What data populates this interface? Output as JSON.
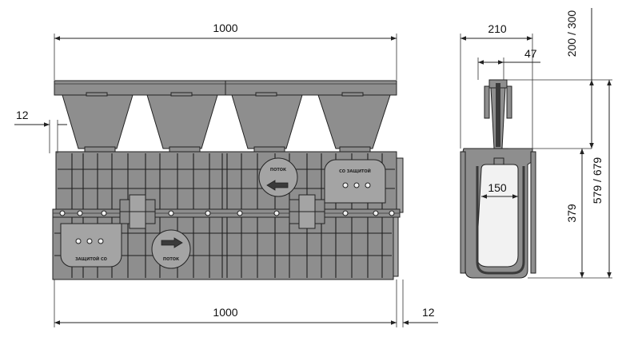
{
  "dimensions": {
    "top_width": "1000",
    "bottom_width": "1000",
    "left_offset": "12",
    "right_offset": "12",
    "side_width": "210",
    "slot_width": "47",
    "grate_height": "200 / 300",
    "total_height": "579 / 679",
    "body_height": "379",
    "channel_width": "150"
  },
  "labels": {
    "badge_top": "СО ЗАЩИТОЙ",
    "badge_bottom": "ЗАЩИТОЙ СО",
    "arrow_top": "ПОТОК",
    "arrow_bottom": "ПОТОК"
  },
  "colors": {
    "body": "#8e8e8e",
    "outline": "#222222",
    "background": "#ffffff"
  }
}
